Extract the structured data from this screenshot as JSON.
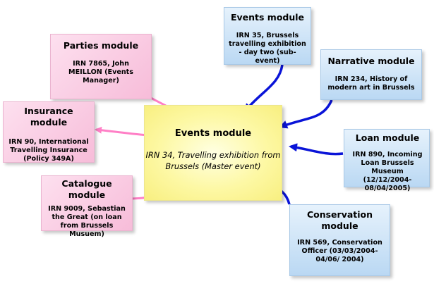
{
  "center": {
    "title": "Events module",
    "body": "IRN 34, Travelling exhibition from Brussels (Master event)"
  },
  "modules": {
    "parties": {
      "title": "Parties module",
      "body": "IRN 7865, John MEILLON (Events Manager)"
    },
    "insurance": {
      "title": "Insurance module",
      "body": "IRN 90, International Travelling Insurance (Policy 349A)"
    },
    "catalogue": {
      "title": "Catalogue module",
      "body": "IRN 9009, Sebastian the Great (on loan from Brussels Musuem)"
    },
    "events": {
      "title": "Events module",
      "body": "IRN 35, Brussels travelling exhibition - day two (sub-event)"
    },
    "narrative": {
      "title": "Narrative module",
      "body": "IRN 234, History of modern art in  Brussels"
    },
    "loan": {
      "title": "Loan module",
      "body": "IRN 890, Incoming Loan Brussels Museum (12/12/2004-08/04/2005)"
    },
    "conservation": {
      "title": "Conservation module",
      "body": "IRN 569, Conservation Officer (03/03/2004- 04/06/ 2004)"
    }
  },
  "colors": {
    "outgoing_arrow": "#ff7fc6",
    "incoming_arrow": "#0a14d8"
  }
}
